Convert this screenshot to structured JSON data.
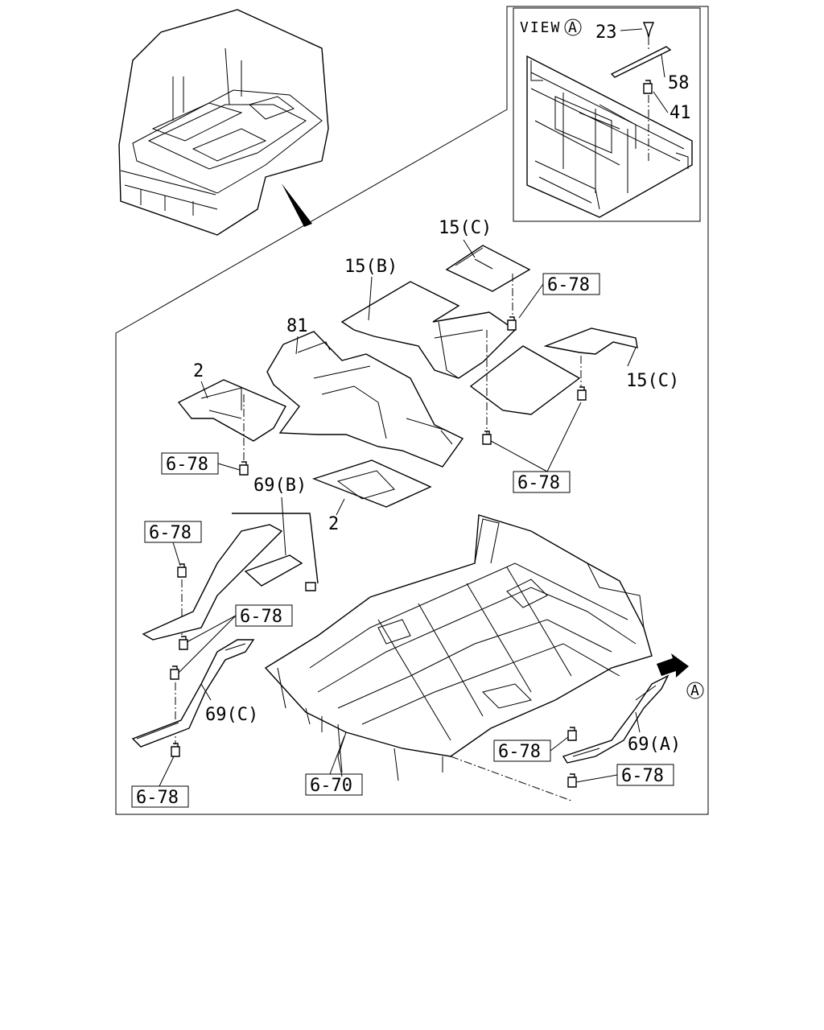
{
  "view": {
    "title": "VIEW",
    "marker": "A"
  },
  "callouts": {
    "c23": "23",
    "c58": "58",
    "c41": "41",
    "c15c_top": "15(C)",
    "c15b": "15(B)",
    "c81": "81",
    "c2_left": "2",
    "c15c_right": "15(C)",
    "c2_bottom": "2",
    "c69b": "69(B)",
    "c69c": "69(C)",
    "c69a": "69(A)",
    "marker_a": "A"
  },
  "ref_boxes": {
    "b1": "6-78",
    "b2": "6-78",
    "b3": "6-78",
    "b4": "6-78",
    "b5": "6-78",
    "b6": "6-78",
    "b7": "6-78",
    "b8": "6-78",
    "b9": "6-70"
  }
}
